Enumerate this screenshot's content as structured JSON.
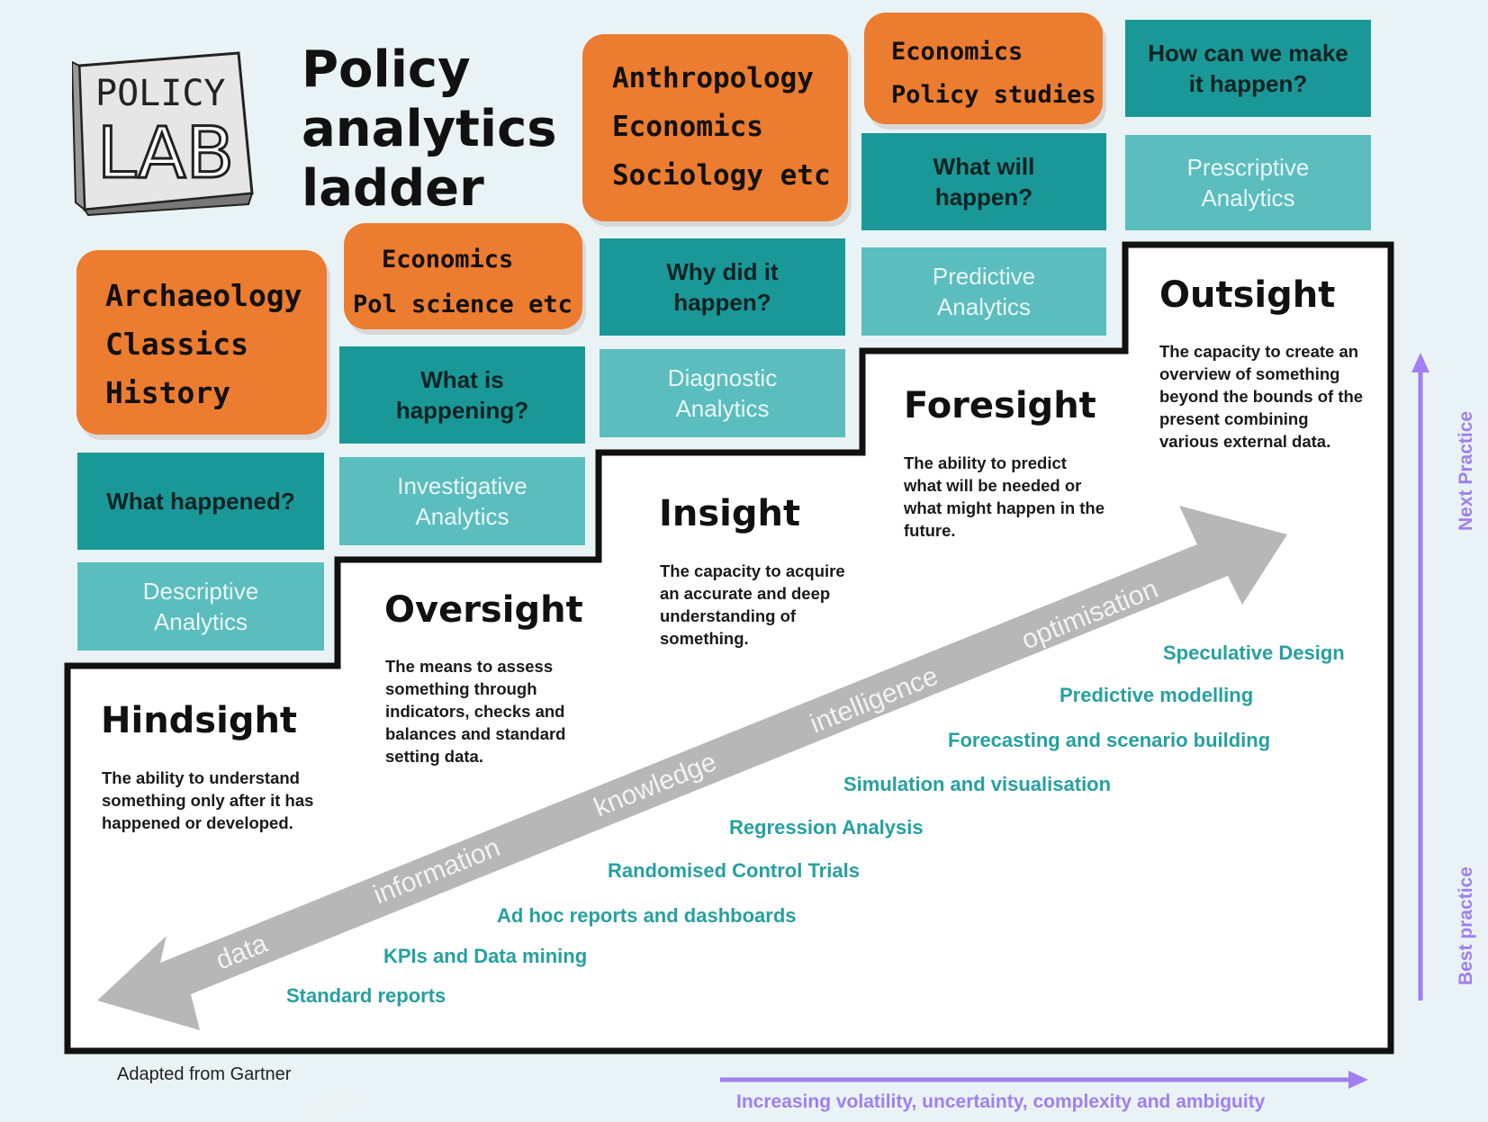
{
  "logo": {
    "line1": "POLICY",
    "line2": "LAB"
  },
  "title": {
    "line1": "Policy",
    "line2": "analytics",
    "line3": "ladder"
  },
  "disciplines": [
    {
      "lines": [
        "Archaeology",
        "Classics",
        "History"
      ]
    },
    {
      "lines": [
        "Economics",
        "Pol science etc"
      ]
    },
    {
      "lines": [
        "Anthropology",
        "Economics",
        "Sociology etc"
      ]
    },
    {
      "lines": [
        "Economics",
        "Policy studies"
      ]
    }
  ],
  "questions": [
    "What happened?",
    "What is happening?",
    "Why did it happen?",
    "What will happen?",
    "How can we make it happen?"
  ],
  "analytics": [
    "Descriptive Analytics",
    "Investigative Analytics",
    "Diagnostic Analytics",
    "Predictive Analytics",
    "Prescriptive Analytics"
  ],
  "stages": [
    {
      "title": "Hindsight",
      "desc": "The ability to understand something only after it has happened or developed."
    },
    {
      "title": "Oversight",
      "desc": "The means to assess something through indicators, checks and balances and standard setting data."
    },
    {
      "title": "Insight",
      "desc": "The capacity to acquire an accurate and deep understanding of something."
    },
    {
      "title": "Foresight",
      "desc": "The ability to predict what will be needed or what might happen in the future."
    },
    {
      "title": "Outsight",
      "desc": "The capacity to create an overview of something beyond the bounds of the present combining various external data."
    }
  ],
  "arrow_words": [
    "data",
    "information",
    "knowledge",
    "intelligence",
    "optimisation"
  ],
  "methods": [
    "Speculative Design",
    "Predictive modelling",
    "Forecasting and scenario building",
    "Simulation and visualisation",
    "Regression Analysis",
    "Randomised Control Trials",
    "Ad hoc reports and dashboards",
    "KPIs and Data mining",
    "Standard reports"
  ],
  "source_note": "Adapted from Gartner",
  "x_axis_label": "Increasing volatility, uncertainty, complexity and ambiguity",
  "y_axis_top": "Next Practice",
  "y_axis_bottom": "Best practice",
  "colors": {
    "orange": "#ec7c30",
    "teal_dark": "#1a9898",
    "teal_light": "#5bbdbd",
    "method_text": "#26a0a0",
    "axis": "#a07ff0"
  }
}
